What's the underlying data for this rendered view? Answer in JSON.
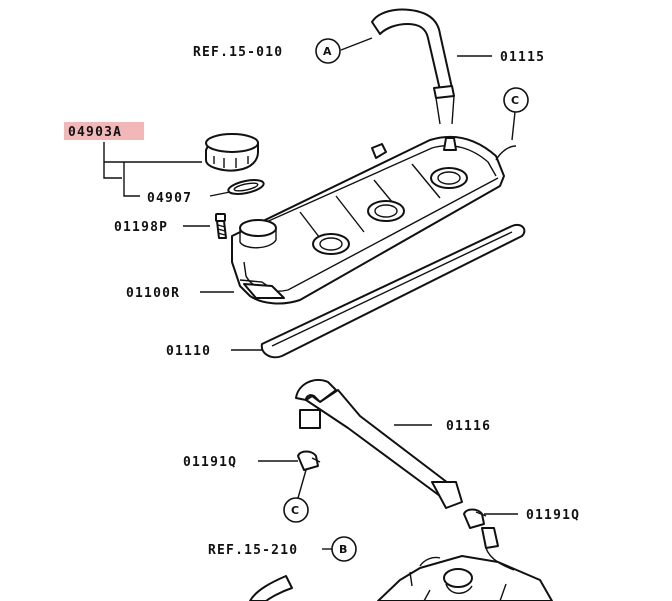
{
  "labels": {
    "ref_a": "REF.15-010",
    "ref_b": "REF.15-210",
    "p01115": "01115",
    "p04903a": "04903A",
    "p04907": "04907",
    "p01198p": "01198P",
    "p01100r": "01100R",
    "p01110": "01110",
    "p01116": "01116",
    "p01191q_left": "01191Q",
    "p01191q_right": "01191Q"
  },
  "callouts": {
    "a": "A",
    "b": "B",
    "c_top": "C",
    "c_bottom": "C"
  },
  "colors": {
    "highlight": "#f2b8b8",
    "ink": "#111111"
  }
}
